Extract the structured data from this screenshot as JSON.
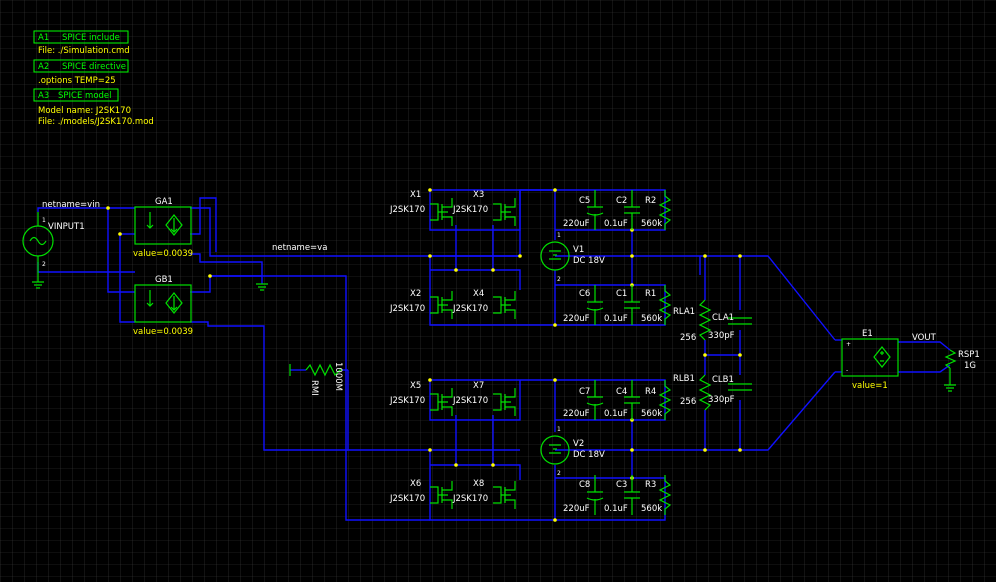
{
  "colors": {
    "background": "#000000",
    "grid": "#3a3a3a",
    "wire": "#1010ff",
    "component": "#00e000",
    "label": "#ffff00",
    "junction": "#ffff00"
  },
  "directives": [
    {
      "id": "A1",
      "title": "SPICE include",
      "text": "File: ./Simulation.cmd"
    },
    {
      "id": "A2",
      "title": "SPICE directive",
      "text": ".options TEMP=25"
    },
    {
      "id": "A3",
      "title": "SPICE model",
      "text": "Model name:    J2SK170",
      "text2": "File: ./models/J2SK170.mod"
    }
  ],
  "netnames": {
    "vin": "netname=vin",
    "va": "netname=va"
  },
  "source": {
    "name": "VINPUT1",
    "pin1": "1",
    "pin2": "2"
  },
  "vccs": [
    {
      "name": "GA1",
      "value": "value=0.0039"
    },
    {
      "name": "GB1",
      "value": "value=0.0039"
    }
  ],
  "jfets": [
    {
      "name": "X1",
      "model": "J2SK170"
    },
    {
      "name": "X3",
      "model": "J2SK170"
    },
    {
      "name": "X2",
      "model": "J2SK170"
    },
    {
      "name": "X4",
      "model": "J2SK170"
    },
    {
      "name": "X5",
      "model": "J2SK170"
    },
    {
      "name": "X7",
      "model": "J2SK170"
    },
    {
      "name": "X6",
      "model": "J2SK170"
    },
    {
      "name": "X8",
      "model": "J2SK170"
    }
  ],
  "vsources": [
    {
      "name": "V1",
      "value": "DC 18V"
    },
    {
      "name": "V2",
      "value": "DC 18V"
    }
  ],
  "caps_large": [
    {
      "name": "C5",
      "value": "220uF"
    },
    {
      "name": "C6",
      "value": "220uF"
    },
    {
      "name": "C7",
      "value": "220uF"
    },
    {
      "name": "C8",
      "value": "220uF"
    }
  ],
  "caps_small": [
    {
      "name": "C2",
      "value": "0.1uF"
    },
    {
      "name": "C1",
      "value": "0.1uF"
    },
    {
      "name": "C4",
      "value": "0.1uF"
    },
    {
      "name": "C3",
      "value": "0.1uF"
    }
  ],
  "resistors": [
    {
      "name": "R2",
      "value": "560k"
    },
    {
      "name": "R1",
      "value": "560k"
    },
    {
      "name": "R4",
      "value": "560k"
    },
    {
      "name": "R3",
      "value": "560k"
    }
  ],
  "loads": [
    {
      "name": "RLA1",
      "value": "256"
    },
    {
      "name": "RLB1",
      "value": "256"
    }
  ],
  "load_caps": [
    {
      "name": "CLA1",
      "value": "330pF"
    },
    {
      "name": "CLB1",
      "value": "330pF"
    }
  ],
  "rmi": {
    "name": "RMI",
    "value": "1000M"
  },
  "vcvs": {
    "name": "E1",
    "value": "value=1"
  },
  "output": {
    "net": "VOUT",
    "probe": "RSP1",
    "probe_value": "1G"
  }
}
